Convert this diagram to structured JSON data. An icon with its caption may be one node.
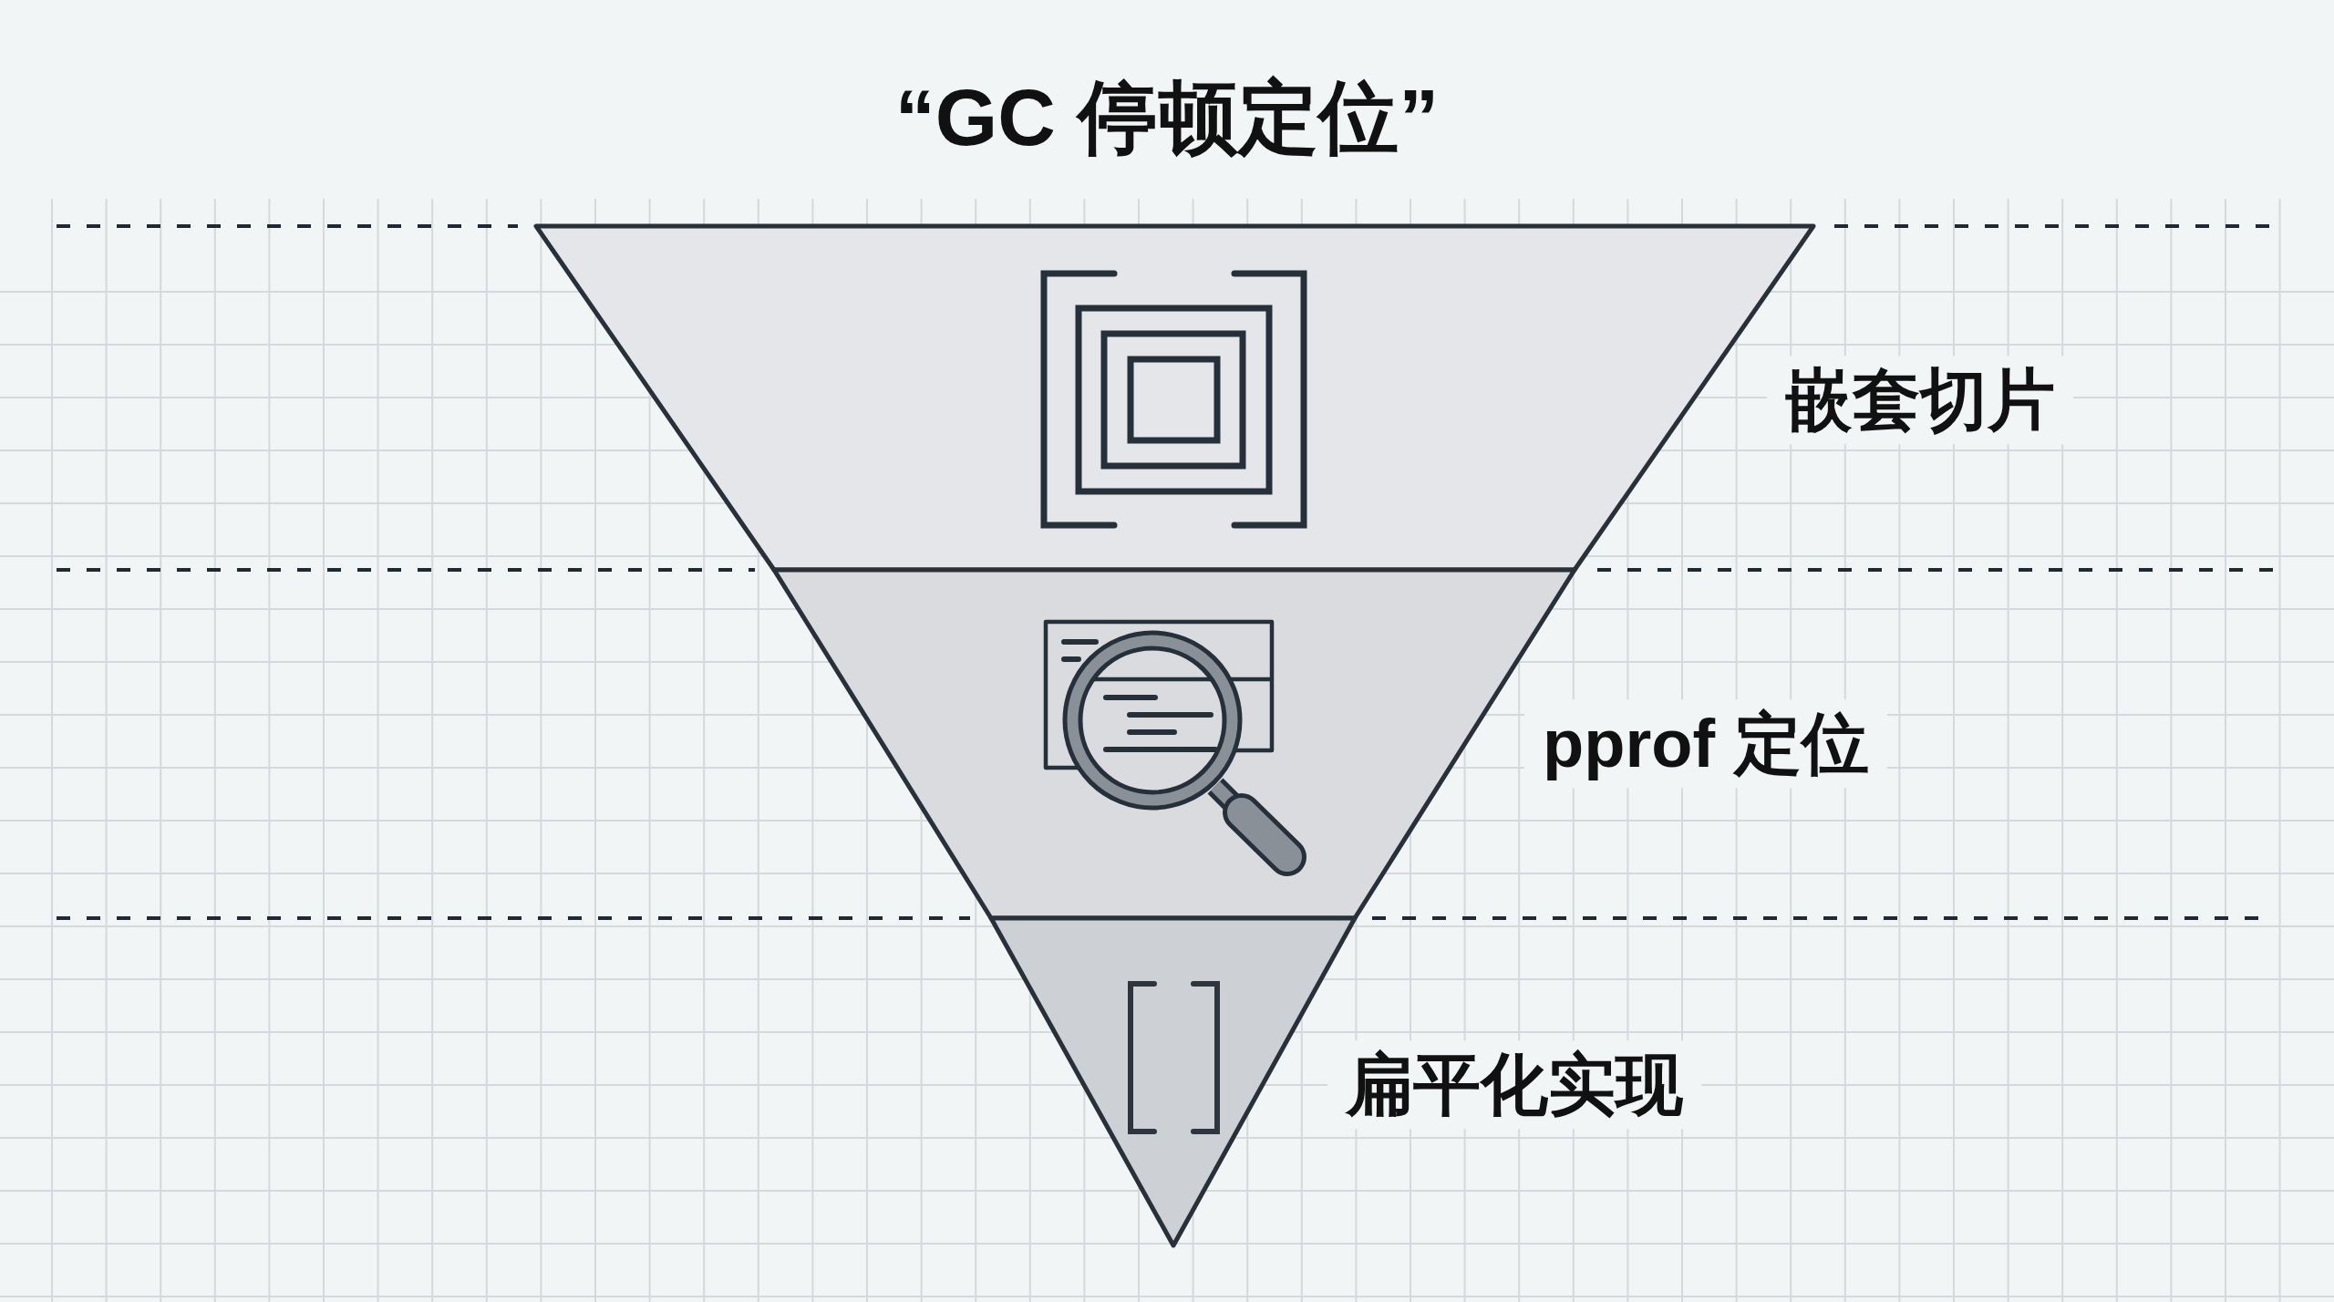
{
  "diagram": {
    "title": "“GC 停顿定位”",
    "nodes": [
      {
        "text": [],
        "shape": "trapezoid",
        "beside": [
          "嵌套切片"
        ]
      },
      {
        "text": [],
        "shape": "trapezoid",
        "beside": [
          "pprof 定位"
        ]
      },
      {
        "text": [],
        "shape": "triangle",
        "beside": [
          "扁平化实现"
        ]
      }
    ]
  }
}
